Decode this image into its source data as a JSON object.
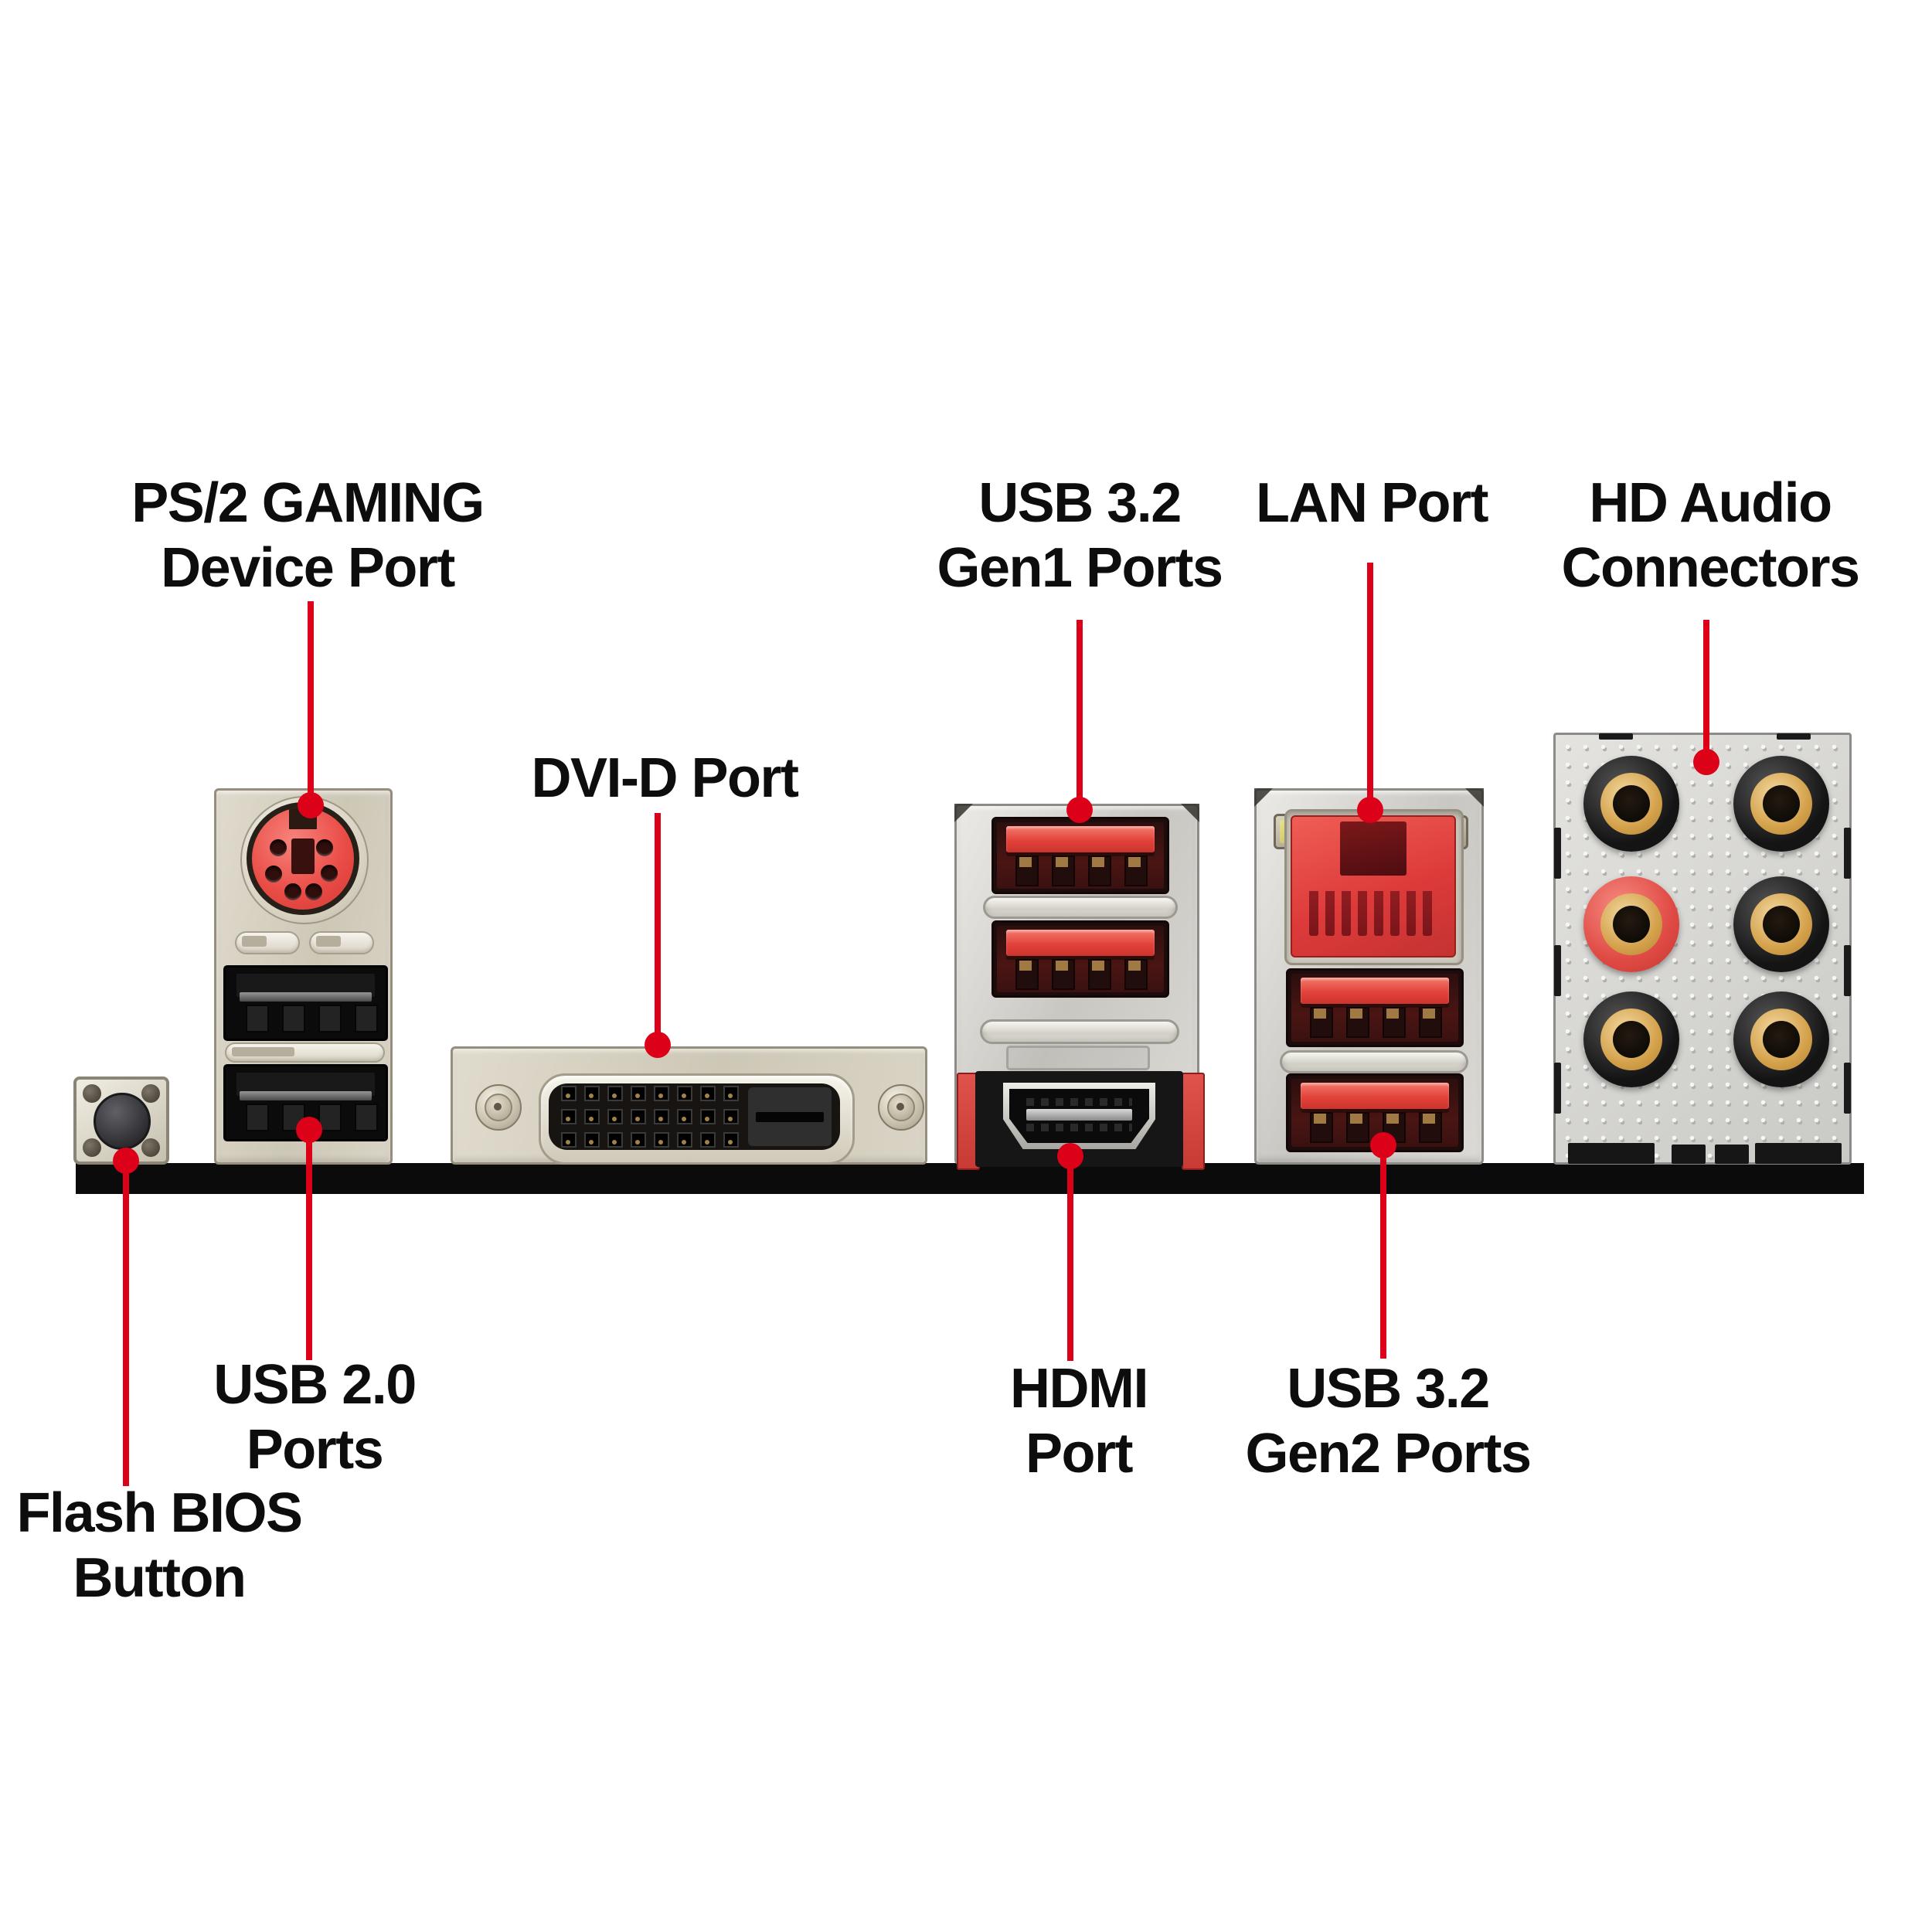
{
  "colors": {
    "background": "#ffffff",
    "annotation_red": "#dc0019",
    "label_text": "#0d0d0d",
    "pcb_bar": "#0b0b0b",
    "port_red": "#e2423a",
    "audio_gold": "#d3a049"
  },
  "labels": {
    "ps2": {
      "line1": "PS/2 GAMING",
      "line2": "Device Port"
    },
    "dvi": {
      "line1": "DVI-D Port"
    },
    "usb32gen1": {
      "line1": "USB 3.2",
      "line2": "Gen1 Ports"
    },
    "lan": {
      "line1": "LAN Port"
    },
    "hdaudio": {
      "line1": "HD Audio",
      "line2": "Connectors"
    },
    "hdmi": {
      "line1": "HDMI",
      "line2": "Port"
    },
    "usb32gen2": {
      "line1": "USB 3.2",
      "line2": "Gen2 Ports"
    },
    "usb20": {
      "line1": "USB 2.0",
      "line2": "Ports"
    },
    "flashbios": {
      "line1": "Flash BIOS",
      "line2": "Button"
    }
  }
}
